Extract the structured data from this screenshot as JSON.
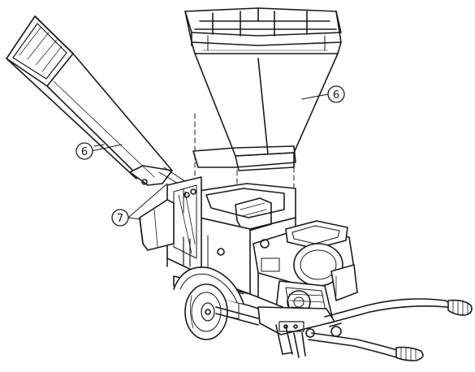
{
  "figure": {
    "description_type": "exploded line drawing",
    "callouts": [
      {
        "id": "hopper",
        "label": "6"
      },
      {
        "id": "discharge-chute",
        "label": "6"
      },
      {
        "id": "chipper-chute",
        "label": "7"
      }
    ]
  },
  "style": {
    "ink_color": "#1a1a1a",
    "background_color": "#ffffff"
  }
}
